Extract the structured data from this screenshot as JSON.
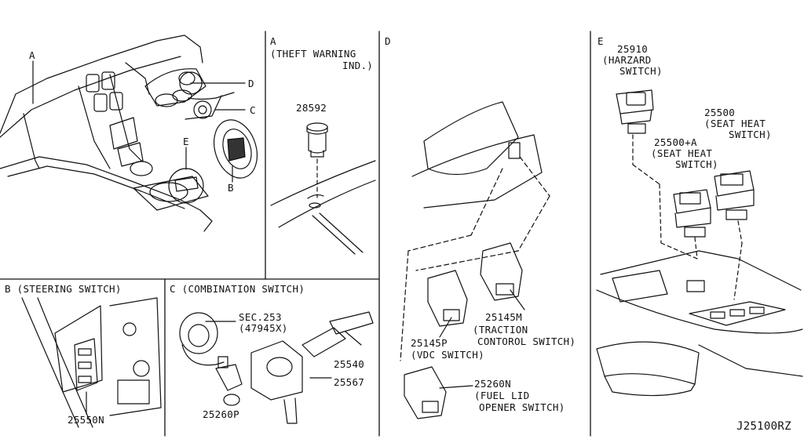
{
  "overview": {
    "callouts": [
      "A",
      "B",
      "C",
      "D",
      "E"
    ]
  },
  "panel_a": {
    "letter": "A",
    "caption_line1": "(THEFT WARNING",
    "caption_line2": "IND.)",
    "part": "28592"
  },
  "panel_b": {
    "heading": "B (STEERING SWITCH)",
    "part": "25550N"
  },
  "panel_c": {
    "heading": "C (COMBINATION SWITCH)",
    "sec_line1": "SEC.253",
    "sec_line2": "(47945X)",
    "part_25540": "25540",
    "part_25567": "25567",
    "part_25260p": "25260P"
  },
  "panel_d": {
    "letter": "D",
    "p1_num": "25145M",
    "p1_line1": "(TRACTION",
    "p1_line2": "CONTOROL SWITCH)",
    "p2_num": "25145P",
    "p2_line1": "(VDC SWITCH)",
    "p3_num": "25260N",
    "p3_line1": "(FUEL LID",
    "p3_line2": "OPENER SWITCH)"
  },
  "panel_e": {
    "letter": "E",
    "p1_num": "25910",
    "p1_line1": "(HARZARD",
    "p1_line2": "SWITCH)",
    "p2_num": "25500",
    "p2_line1": "(SEAT HEAT",
    "p2_line2": "SWITCH)",
    "p3_num": "25500+A",
    "p3_line1": "(SEAT HEAT",
    "p3_line2": "SWITCH)"
  },
  "footer": {
    "diagram_code": "J25100RZ"
  }
}
